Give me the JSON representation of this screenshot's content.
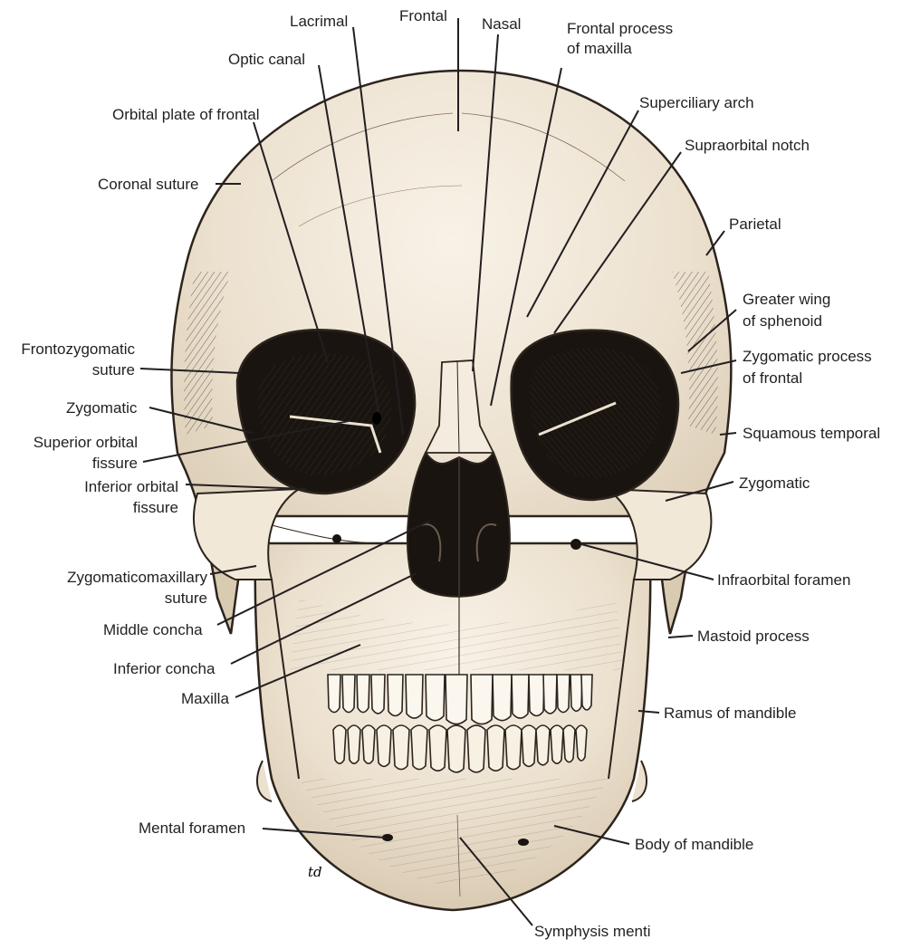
{
  "labels": {
    "frontal": "Frontal",
    "lacrimal": "Lacrimal",
    "nasal": "Nasal",
    "frontal_process_maxilla_1": "Frontal process",
    "frontal_process_maxilla_2": "of maxilla",
    "optic_canal": "Optic canal",
    "superciliary_arch": "Superciliary arch",
    "orbital_plate_frontal": "Orbital plate of frontal",
    "supraorbital_notch": "Supraorbital notch",
    "coronal_suture": "Coronal suture",
    "parietal": "Parietal",
    "greater_wing_1": "Greater wing",
    "greater_wing_2": "of sphenoid",
    "frontozygomatic_1": "Frontozygomatic",
    "frontozygomatic_2": "suture",
    "zygomatic_process_frontal_1": "Zygomatic process",
    "zygomatic_process_frontal_2": "of frontal",
    "zygomatic_left": "Zygomatic",
    "superior_orbital_fissure_1": "Superior orbital",
    "superior_orbital_fissure_2": "fissure",
    "squamous_temporal": "Squamous temporal",
    "inferior_orbital_fissure_1": "Inferior orbital",
    "inferior_orbital_fissure_2": "fissure",
    "zygomatic_right": "Zygomatic",
    "zygomaticomaxillary_1": "Zygomaticomaxillary",
    "zygomaticomaxillary_2": "suture",
    "infraorbital_foramen": "Infraorbital foramen",
    "middle_concha": "Middle concha",
    "mastoid_process": "Mastoid process",
    "inferior_concha": "Inferior concha",
    "maxilla": "Maxilla",
    "ramus_mandible": "Ramus of mandible",
    "mental_foramen": "Mental foramen",
    "body_mandible": "Body of mandible",
    "symphysis_menti": "Symphysis menti"
  },
  "signature": "td",
  "colors": {
    "bone": "#ece1cf",
    "bone_light": "#f6efe3",
    "shade": "#3a3129",
    "cavity": "#1a1410",
    "label_text": "#231f20",
    "leader_line": "#231f20"
  }
}
